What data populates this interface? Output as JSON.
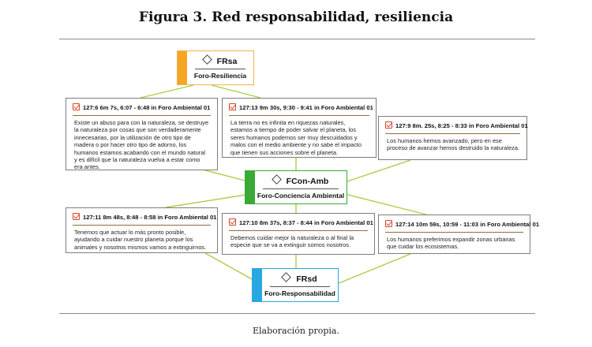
{
  "page": {
    "title": "Figura 3. Red responsabilidad, resiliencia",
    "footer": "Elaboración propia."
  },
  "colors": {
    "orange": "#f5a623",
    "orange_border": "#f0b24a",
    "green": "#3aa935",
    "green_border": "#3aa935",
    "blue": "#29a7e1",
    "blue_border": "#29a7e1",
    "link": "#a8cf45",
    "check": "#d9472b"
  },
  "nodes": {
    "frsa": {
      "code": "FRsa",
      "name": "Foro-Resiliencia",
      "icon": "diamond-icon"
    },
    "fconamb": {
      "code": "FCon-Amb",
      "name": "Foro-Conciencia Ambiental",
      "icon": "diamond-icon"
    },
    "frsd": {
      "code": "FRsd",
      "name": "Foro-Responsabilidad",
      "icon": "diamond-icon"
    }
  },
  "cards": {
    "c1": {
      "header": "127:6 6m 7s, 6:07 - 6:48 in Foro Ambiental 01",
      "text": "Existe un abuso para con la naturaleza, se destruye\nla naturaleza por cosas que son verdaderamente\ninnecesarias, por la utilización de otro tipo de\nmadera o por hacer otro tipo de adorno, los\nhumanos estamos acabando con el mundo natural\ny es difícil que la naturaleza vuelva a estar como\nera antes."
    },
    "c2": {
      "header": "127:13 9m 30s, 9:30 - 9:41 in Foro Ambiental 01",
      "text": "La tierra no es infinita en  riquezas naturales,\nestamos a tiempo de poder salvar el planeta, los\nseres humanos podemos ser muy descuidados y\nmalos con el medio ambiente y no sabe el impacto\nque tienen sus acciones sobre el planeta."
    },
    "c3": {
      "header": "127:9 8m. 25s, 8:25 - 8:33 in Foro Ambiental 01",
      "text": "Los humanos hemos avanzado, pero en ese\nproceso de avanzar hemos destruido la naturaleza."
    },
    "c4": {
      "header": "127:11 8m 48s, 8:48 - 8:58 in Foro Ambiental 01",
      "text": "Tenemos que actuar lo más pronto posible,\nayudando a cuidar nuestro planeta porque los\nanimales y nosotros mismos vamos a extinguirnos."
    },
    "c5": {
      "header": "127:10 8m 37s, 8:37 - 8:44 in Foro Ambiental 01",
      "text": "Debemos cuidar mejor la naturaleza o al final la\nespecie que se va a extinguir somos nosotros."
    },
    "c6": {
      "header": "127:14 10m 59s, 10:59 - 11:03 in Foro Ambiental 01",
      "text": "Los humanos preferimos expandir zonas urbanas\nque cuidar los ecosistemas."
    }
  }
}
